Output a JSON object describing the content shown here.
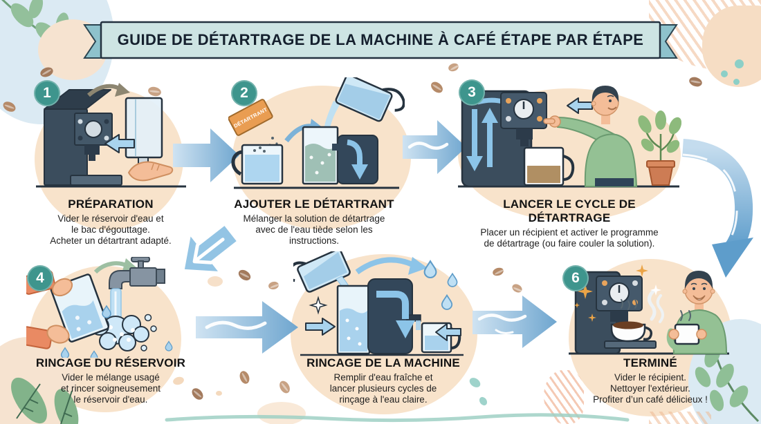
{
  "banner": {
    "title": "GUIDE DE DÉTARTRAGE DE LA MACHINE À CAFÉ ÉTAPE PAR ÉTAPE"
  },
  "steps": [
    {
      "number": "1",
      "title": "PRÉPARATION",
      "lines": [
        "Vider le réservoir d'eau et",
        "le bac d'égouttage.",
        "Acheter un détartrant adapté."
      ]
    },
    {
      "number": "2",
      "title": "AJOUTER LE DÉTARTRANT",
      "packet_label": "DÉTARTRANT",
      "lines": [
        "Mélanger la solution de détartrage",
        "avec de l'eau tiède selon les",
        "instructions."
      ]
    },
    {
      "number": "3",
      "title": "LANCER LE CYCLE DE DÉTARTRAGE",
      "lines": [
        "Placer un récipient et activer le programme",
        "de détartrage (ou faire couler la solution)."
      ]
    },
    {
      "number": "4",
      "title": "RINCAGE DU RÉSERVOIR",
      "lines": [
        "Vider le mélange usagé",
        "et rincer soigneusement",
        "le réservoir d'eau."
      ]
    },
    {
      "title": "RINCAGE DE LA MACHINE",
      "lines": [
        "Remplir d'eau fraîche et",
        "lancer plusieurs cycles de",
        "rinçage à l'eau claire."
      ]
    },
    {
      "number": "6",
      "title": "TERMINÉ",
      "lines": [
        "Vider le récipient.",
        "Nettoyer l'extérieur.",
        "Profiter d’un café délicieux !"
      ]
    }
  ],
  "colors": {
    "badge_teal": "#3e958d",
    "step_circle_peach": "#f8e3cb",
    "ribbon_fill": "#cde4e3",
    "ribbon_tail": "#8ec2cc",
    "arrow_blue": "#7cb2d8",
    "machine_dark": "#3b4d5d",
    "water_blue": "#a9d2ed",
    "packet_orange": "#e99d52",
    "sweater_green": "#94c194",
    "leaf_green": "#8fbf96"
  }
}
